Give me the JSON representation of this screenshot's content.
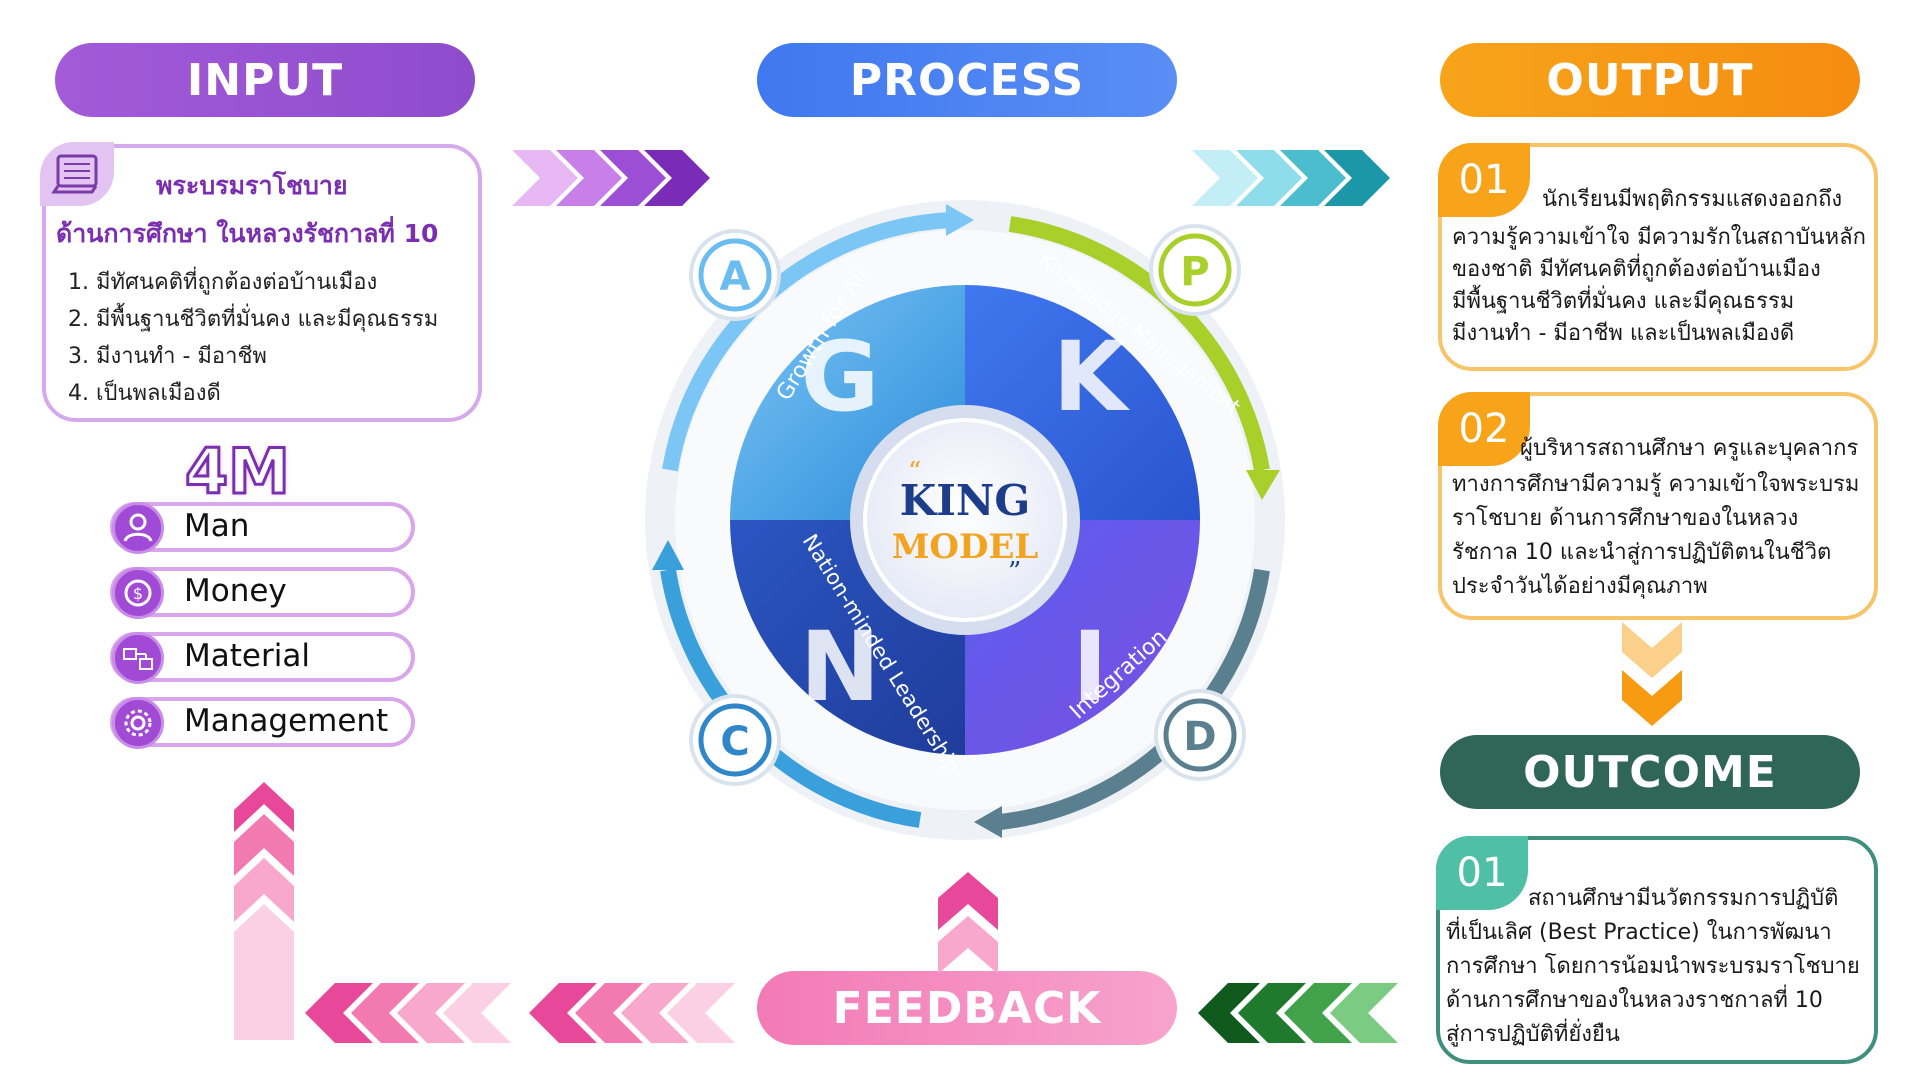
{
  "headers": {
    "input": "INPUT",
    "process": "PROCESS",
    "output": "OUTPUT",
    "outcome": "OUTCOME",
    "feedback": "FEEDBACK"
  },
  "input_card": {
    "title_line1": "พระบรมราโชบาย",
    "title_line2": "ด้านการศึกษา ในหลวงรัชกาลที่ 10",
    "items": [
      "1.  มีทัศนคติที่ถูกต้องต่อบ้านเมือง",
      "2. มีพื้นฐานชีวิตที่มั่นคง และมีคุณธรรม",
      "3. มีงานทำ - มีอาชีพ",
      "4. เป็นพลเมืองดี"
    ]
  },
  "four_m": {
    "title": "4M",
    "items": [
      "Man",
      "Money",
      "Material",
      "Management"
    ]
  },
  "model": {
    "center_line1": "KING",
    "center_line2": "MODEL",
    "open_quote": "“",
    "close_quote": "”",
    "letters": [
      "G",
      "K",
      "N",
      "I"
    ],
    "segments": [
      "Growth for All",
      "Knowledge Management",
      "Nation-minded Leadership",
      "Integration"
    ],
    "cycle": [
      "A",
      "P",
      "C",
      "D"
    ]
  },
  "outputs": [
    {
      "num": "01",
      "lines": [
        "นักเรียนมีพฤติกรรมแสดงออกถึง",
        "ความรู้ความเข้าใจ มีความรักในสถาบันหลัก",
        "ของชาติ มีทัศนคติที่ถูกต้องต่อบ้านเมือง",
        "มีพื้นฐานชีวิตที่มั่นคง และมีคุณธรรม",
        "มีงานทำ - มีอาชีพ และเป็นพลเมืองดี"
      ]
    },
    {
      "num": "02",
      "lines": [
        "ผู้บริหารสถานศึกษา ครูและบุคลากร",
        "ทางการศึกษามีความรู้ ความเข้าใจพระบรม",
        "ราโชบาย ด้านการศึกษาของในหลวง",
        "รัชกาล 10 และนำสู่การปฏิบัติตนในชีวิต",
        "ประจำวันได้อย่างมีคุณภาพ"
      ]
    }
  ],
  "outcome": {
    "num": "01",
    "lines": [
      "สถานศึกษามีนวัตกรรมการปฏิบัติ",
      "ที่เป็นเลิศ (Best Practice) ในการพัฒนา",
      "การศึกษา โดยการน้อมนำพระบรมราโชบาย",
      "ด้านการศึกษาของในหลวงราชกาลที่ 10",
      "สู่การปฏิบัติที่ยั่งยืน"
    ]
  },
  "colors": {
    "input": "#9b55d4",
    "process": "#4a7cf0",
    "output": "#f79a14",
    "outcome": "#2f6658",
    "feedback": "#f48cbf"
  }
}
